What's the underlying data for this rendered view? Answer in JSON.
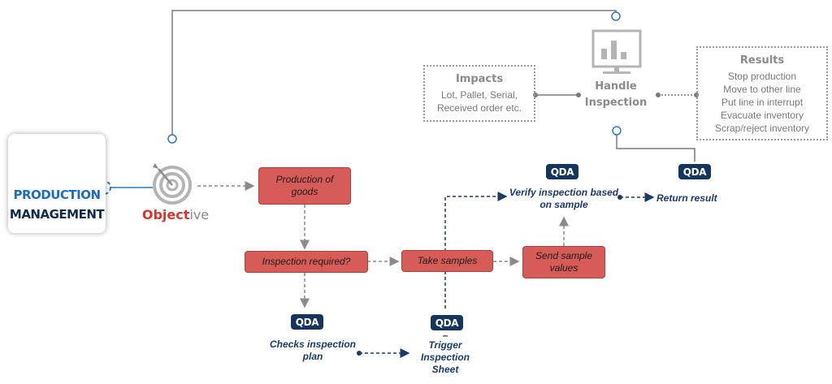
{
  "production_management": {
    "line1": "PRODUCTION",
    "line2": "MANAGEMENT",
    "icon": "factory-icon"
  },
  "objective": {
    "part1": "Object",
    "part2": "ive",
    "icon": "target-icon"
  },
  "process": {
    "production_of_goods": "Production of goods",
    "inspection_required": "Inspection required?",
    "take_samples": "Take samples",
    "send_sample_values": "Send sample values"
  },
  "qda": {
    "badge_text": "QDA",
    "checks_inspection_plan": "Checks inspection plan",
    "trigger_dash": "–",
    "trigger_inspection_sheet": "Trigger Inspection Sheet",
    "verify_inspection": "Verify inspection based on sample",
    "return_result": "Return result"
  },
  "handle_inspection": {
    "label": "Handle Inspection",
    "icon": "monitor-chart-icon"
  },
  "impacts": {
    "title": "Impacts",
    "items": [
      "Lot, Pallet, Serial,",
      "Received order etc."
    ]
  },
  "results": {
    "title": "Results",
    "items": [
      "Stop production",
      "Move to other line",
      "Put line in interrupt",
      "Evacuate inventory",
      "Scrap/reject inventory"
    ]
  },
  "colors": {
    "process_box": "#d75b56",
    "qda_badge": "#14365e",
    "blue_arrow": "#1a3a6b",
    "grey_arrow": "#8a8a8a"
  }
}
